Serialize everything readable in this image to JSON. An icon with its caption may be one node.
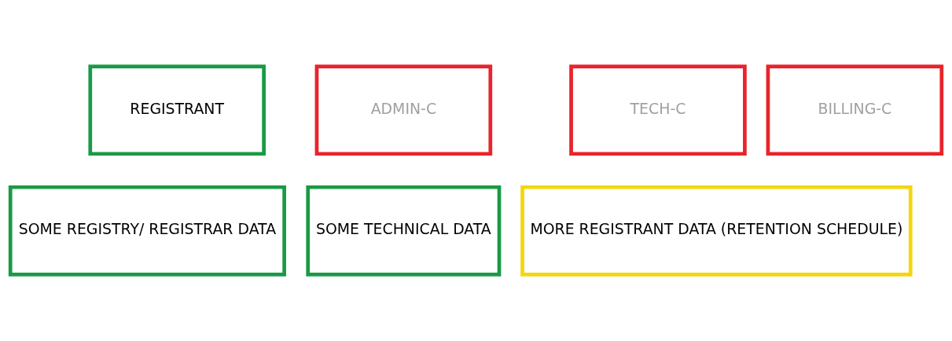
{
  "diagram": {
    "nodes": [
      {
        "text": [
          "REGISTRANT"
        ]
      },
      {
        "text": [
          "ADMIN-C"
        ]
      },
      {
        "text": [
          "TECH-C"
        ]
      },
      {
        "text": [
          "BILLING-C"
        ]
      },
      {
        "text": [
          "SOME REGISTRY/ REGISTRAR DATA"
        ]
      },
      {
        "text": [
          "SOME TECHNICAL DATA"
        ]
      },
      {
        "text": [
          "MORE REGISTRANT DATA (RETENTION SCHEDULE)"
        ]
      }
    ],
    "edges": []
  }
}
